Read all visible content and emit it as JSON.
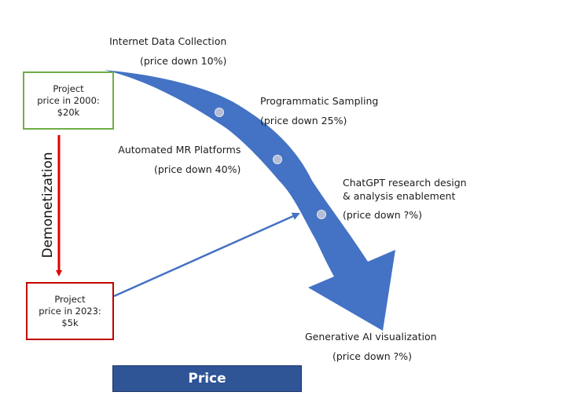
{
  "diagram": {
    "stages": [
      {
        "title": "Internet Data Collection",
        "change": "(price down 10%)"
      },
      {
        "title": "Programmatic Sampling",
        "change": "(price down 25%)"
      },
      {
        "title": "Automated MR Platforms",
        "change": "(price down 40%)"
      },
      {
        "title": "ChatGPT research design",
        "title_line2": "& analysis enablement",
        "change": "(price down ?%)"
      },
      {
        "title": "Generative AI visualization",
        "change": "(price down ?%)"
      }
    ],
    "start_box": {
      "line1": "Project",
      "line2": "price in 2000:",
      "line3": "$20k"
    },
    "end_box": {
      "line1": "Project",
      "line2": "price in 2023:",
      "line3": "$5k"
    },
    "vertical_label": "Demonetization",
    "axis_label": "Price",
    "colors": {
      "curve_arrow": "#4472c4",
      "milestone_dot": "#b4bcd6",
      "start_box_border": "#70ad47",
      "end_box_border": "#c00000",
      "demonetization_arrow": "#e00000",
      "connector_arrow": "#4472c4",
      "price_bar": "#2f5597"
    }
  }
}
